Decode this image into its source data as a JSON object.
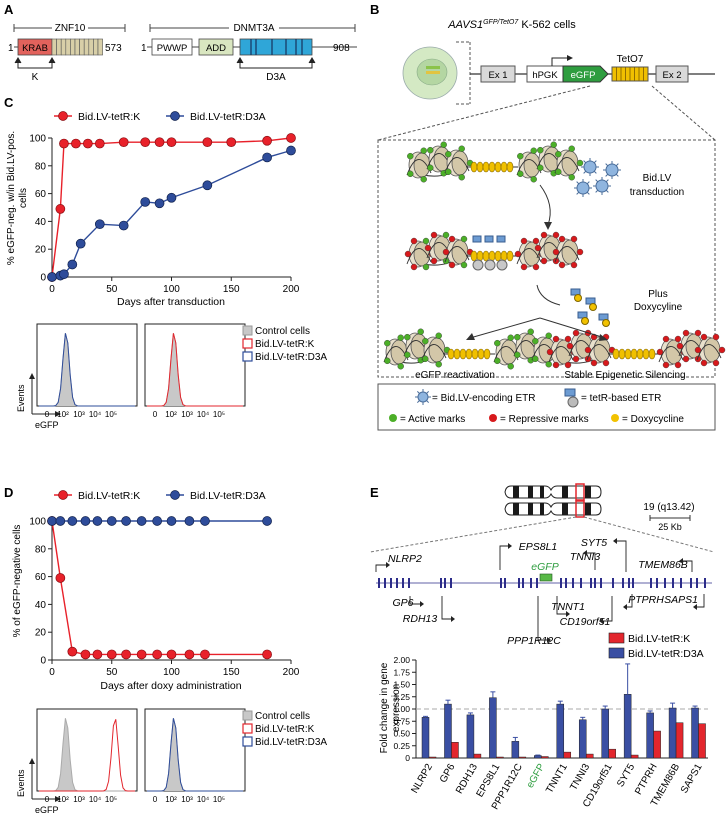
{
  "panels": {
    "a": "A",
    "b": "B",
    "c": "C",
    "d": "D",
    "e": "E"
  },
  "panel_a": {
    "znf10_name": "ZNF10",
    "znf10_start": "1",
    "znf10_end": "573",
    "krab": "KRAB",
    "k_label": "K",
    "dnmt3a_name": "DNMT3A",
    "dnmt3a_start": "1",
    "dnmt3a_end": "908",
    "pwwp": "PWWP",
    "add": "ADD",
    "d3a_label": "D3A"
  },
  "panel_b": {
    "title_prefix": "AAVS1",
    "title_sup": "GFP/TetO7",
    "title_suffix": " K-562 cells",
    "ex1": "Ex 1",
    "hpgk": "hPGK",
    "egfp": "eGFP",
    "teto7": "TetO7",
    "ex2": "Ex 2",
    "transduction": [
      "Bid.LV",
      "transduction"
    ],
    "doxy": [
      "Plus",
      "Doxycyline"
    ],
    "reactivation": "eGFP reactivation",
    "silencing": "Stable Epigenetic Silencing",
    "legend": {
      "lv": "= Bid.LV-encoding ETR",
      "tetr": "= tetR-based ETR",
      "active": "= Active marks",
      "repressive": "= Repressive marks",
      "dox": "= Doxycycline"
    },
    "colors": {
      "active": "#4caf28",
      "repressive": "#d7191c",
      "dox": "#f2c200",
      "tetr": "#6c9bd2"
    }
  },
  "panel_c": {
    "legend": [
      "Bid.LV-tetR:K",
      "Bid.LV-tetR:D3A"
    ],
    "ylabel": [
      "% eGFP-neg. w/in Bid.LV-pos.",
      "cells"
    ],
    "xlabel": "Days after transduction",
    "hist_legend": [
      "Control cells",
      "Bid.LV-tetR:K",
      "Bid.LV-tetR:D3A"
    ],
    "hist_ylabel": "Events",
    "hist_xlabel": "eGFP",
    "hist_ticks": [
      "0",
      "10²",
      "10³",
      "10⁴",
      "10⁵"
    ]
  },
  "panel_d": {
    "legend": [
      "Bid.LV-tetR:K",
      "Bid.LV-tetR:D3A"
    ],
    "ylabel": "% of eGFP-negative cells",
    "xlabel": "Days after doxy administration",
    "hist_legend": [
      "Control cells",
      "Bid.LV-tetR:K",
      "Bid.LV-tetR:D3A"
    ],
    "hist_ylabel": "Events",
    "hist_xlabel": "eGFP",
    "hist_ticks": [
      "0",
      "10²",
      "10³",
      "10⁴",
      "10⁵"
    ]
  },
  "panel_e": {
    "band": "19 (q13.42)",
    "scale": "25 Kb",
    "genes": [
      "NLRP2",
      "EPS8L1",
      "SYT5",
      "TNNI3",
      "TMEM86B",
      "eGFP",
      "GP6",
      "RDH13",
      "TNNT1",
      "PTPRH",
      "SAPS1",
      "CD19orf51",
      "PPP1R12C"
    ],
    "legend": [
      "Bid.LV-tetR:K",
      "Bid.LV-tetR:D3A"
    ],
    "ylabel": [
      "Fold change in gene",
      "expression"
    ]
  },
  "chart_data": [
    {
      "type": "line",
      "id": "C",
      "xlabel": "Days after transduction",
      "ylabel": "% eGFP-neg. w/in Bid.LV-pos. cells",
      "xlim": [
        0,
        200
      ],
      "ylim": [
        0,
        100
      ],
      "xticks": [
        0,
        50,
        100,
        150,
        200
      ],
      "yticks": [
        0,
        20,
        40,
        60,
        80,
        100
      ],
      "series": [
        {
          "name": "Bid.LV-tetR:K",
          "color": "#e8212a",
          "x": [
            0,
            7,
            10,
            20,
            30,
            40,
            60,
            78,
            90,
            100,
            130,
            150,
            180,
            200
          ],
          "y": [
            0,
            49,
            96,
            96,
            96,
            96,
            97,
            97,
            97,
            97,
            97,
            97,
            98,
            100
          ]
        },
        {
          "name": "Bid.LV-tetR:D3A",
          "color": "#2e4c9a",
          "x": [
            0,
            7,
            10,
            17,
            24,
            40,
            60,
            78,
            90,
            100,
            130,
            180,
            200
          ],
          "y": [
            0,
            1,
            2,
            9,
            24,
            38,
            37,
            54,
            53,
            57,
            66,
            86,
            91
          ]
        }
      ]
    },
    {
      "type": "line",
      "id": "D",
      "xlabel": "Days after doxy administration",
      "ylabel": "% of eGFP-negative cells",
      "xlim": [
        0,
        200
      ],
      "ylim": [
        0,
        100
      ],
      "xticks": [
        0,
        50,
        100,
        150,
        200
      ],
      "yticks": [
        0,
        20,
        40,
        60,
        80,
        100
      ],
      "series": [
        {
          "name": "Bid.LV-tetR:K",
          "color": "#e8212a",
          "x": [
            0,
            7,
            17,
            28,
            38,
            50,
            62,
            75,
            88,
            100,
            115,
            128,
            180
          ],
          "y": [
            100,
            59,
            6,
            4,
            4,
            4,
            4,
            4,
            4,
            4,
            4,
            4,
            4
          ]
        },
        {
          "name": "Bid.LV-tetR:D3A",
          "color": "#2e4c9a",
          "x": [
            0,
            7,
            17,
            28,
            38,
            50,
            62,
            75,
            88,
            100,
            115,
            128,
            180
          ],
          "y": [
            100,
            100,
            100,
            100,
            100,
            100,
            100,
            100,
            100,
            100,
            100,
            100,
            100
          ]
        }
      ]
    },
    {
      "type": "bar",
      "id": "E",
      "ylabel": "Fold change in gene expression",
      "ylim": [
        0,
        2.0
      ],
      "yticks": [
        0,
        0.25,
        0.5,
        0.75,
        1.0,
        1.25,
        1.5,
        1.75,
        2.0
      ],
      "categories": [
        "NLRP2",
        "GP6",
        "RDH13",
        "EPS8L1",
        "PPP1R12C",
        "eGFP",
        "TNNT1",
        "TNNI3",
        "CD19orf51",
        "SYT5",
        "PTPRH",
        "TMEM86B",
        "SAPS1"
      ],
      "series": [
        {
          "name": "Bid.LV-tetR:D3A",
          "color": "#3a4fa3",
          "values": [
            0.83,
            1.1,
            0.88,
            1.23,
            0.34,
            0.05,
            1.1,
            0.78,
            1.0,
            1.3,
            0.92,
            1.02,
            1.02
          ],
          "errors": [
            0.02,
            0.08,
            0.04,
            0.12,
            0.08,
            0.01,
            0.06,
            0.05,
            0.06,
            0.62,
            0.04,
            0.1,
            0.04
          ]
        },
        {
          "name": "Bid.LV-tetR:K",
          "color": "#e3262d",
          "values": [
            0.02,
            0.32,
            0.08,
            0.02,
            0.02,
            0.03,
            0.12,
            0.08,
            0.18,
            0.06,
            0.55,
            0.72,
            0.7
          ],
          "errors": [
            0,
            0,
            0,
            0,
            0,
            0,
            0,
            0,
            0,
            0,
            0,
            0,
            0
          ]
        }
      ]
    }
  ]
}
